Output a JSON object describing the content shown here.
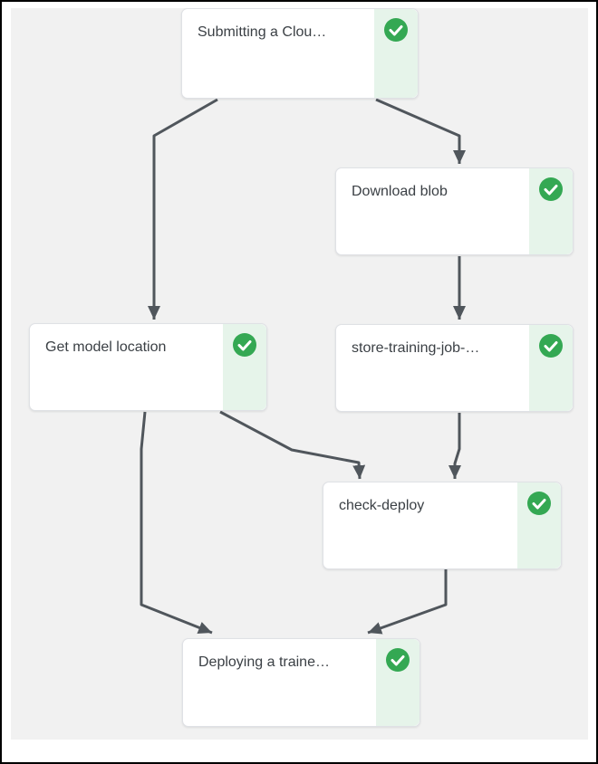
{
  "diagram": {
    "title": "pipeline-dag",
    "nodes": [
      {
        "label": "Submitting a Clou…",
        "status": "succeeded"
      },
      {
        "label": "Download blob",
        "status": "succeeded"
      },
      {
        "label": "Get model location",
        "status": "succeeded"
      },
      {
        "label": "store-training-job-…",
        "status": "succeeded"
      },
      {
        "label": "check-deploy",
        "status": "succeeded"
      },
      {
        "label": "Deploying a traine…",
        "status": "succeeded"
      }
    ],
    "edges": [
      {
        "from": "Submitting a Clou…",
        "to": "Get model location"
      },
      {
        "from": "Submitting a Clou…",
        "to": "Download blob"
      },
      {
        "from": "Download blob",
        "to": "store-training-job-…"
      },
      {
        "from": "Get model location",
        "to": "check-deploy"
      },
      {
        "from": "store-training-job-…",
        "to": "check-deploy"
      },
      {
        "from": "Get model location",
        "to": "Deploying a traine…"
      },
      {
        "from": "check-deploy",
        "to": "Deploying a traine…"
      }
    ],
    "status_icon": "check",
    "colors": {
      "canvas_bg": "#f1f1f1",
      "node_bg": "#ffffff",
      "node_border": "#dfe1e5",
      "status_strip": "#e6f4ea",
      "status_green": "#34a853",
      "edge": "#50565c",
      "label_text": "#3b4045"
    }
  }
}
